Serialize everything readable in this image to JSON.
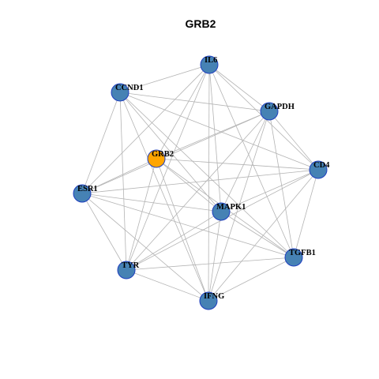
{
  "title": "GRB2",
  "colors": {
    "default_node": "#4682b4",
    "highlight_node": "#ffa500",
    "node_border": "#1f3fbf",
    "edge": "#b4b4b4",
    "background": "#ffffff"
  },
  "highlight": "GRB2",
  "nodes": [
    {
      "id": "IL6"
    },
    {
      "id": "CCND1"
    },
    {
      "id": "GAPDH"
    },
    {
      "id": "GRB2"
    },
    {
      "id": "CD4"
    },
    {
      "id": "ESR1"
    },
    {
      "id": "MAPK1"
    },
    {
      "id": "TGFB1"
    },
    {
      "id": "TYR"
    },
    {
      "id": "IFNG"
    }
  ],
  "edges": [
    [
      "IL6",
      "CCND1"
    ],
    [
      "IL6",
      "GAPDH"
    ],
    [
      "IL6",
      "CD4"
    ],
    [
      "IL6",
      "ESR1"
    ],
    [
      "IL6",
      "MAPK1"
    ],
    [
      "IL6",
      "TGFB1"
    ],
    [
      "IL6",
      "TYR"
    ],
    [
      "IL6",
      "IFNG"
    ],
    [
      "IL6",
      "GRB2"
    ],
    [
      "CCND1",
      "GAPDH"
    ],
    [
      "CCND1",
      "CD4"
    ],
    [
      "CCND1",
      "ESR1"
    ],
    [
      "CCND1",
      "MAPK1"
    ],
    [
      "CCND1",
      "TGFB1"
    ],
    [
      "CCND1",
      "TYR"
    ],
    [
      "CCND1",
      "IFNG"
    ],
    [
      "GAPDH",
      "ESR1"
    ],
    [
      "GAPDH",
      "MAPK1"
    ],
    [
      "GAPDH",
      "TGFB1"
    ],
    [
      "GAPDH",
      "TYR"
    ],
    [
      "GAPDH",
      "IFNG"
    ],
    [
      "GAPDH",
      "CD4"
    ],
    [
      "GAPDH",
      "GRB2"
    ],
    [
      "GRB2",
      "ESR1"
    ],
    [
      "GRB2",
      "CD4"
    ],
    [
      "GRB2",
      "MAPK1"
    ],
    [
      "GRB2",
      "TGFB1"
    ],
    [
      "GRB2",
      "TYR"
    ],
    [
      "GRB2",
      "IFNG"
    ],
    [
      "CD4",
      "ESR1"
    ],
    [
      "CD4",
      "MAPK1"
    ],
    [
      "CD4",
      "TGFB1"
    ],
    [
      "CD4",
      "TYR"
    ],
    [
      "CD4",
      "IFNG"
    ],
    [
      "ESR1",
      "MAPK1"
    ],
    [
      "ESR1",
      "TGFB1"
    ],
    [
      "ESR1",
      "TYR"
    ],
    [
      "ESR1",
      "IFNG"
    ],
    [
      "MAPK1",
      "TGFB1"
    ],
    [
      "MAPK1",
      "TYR"
    ],
    [
      "MAPK1",
      "IFNG"
    ],
    [
      "TGFB1",
      "TYR"
    ],
    [
      "TGFB1",
      "IFNG"
    ],
    [
      "TYR",
      "IFNG"
    ]
  ]
}
